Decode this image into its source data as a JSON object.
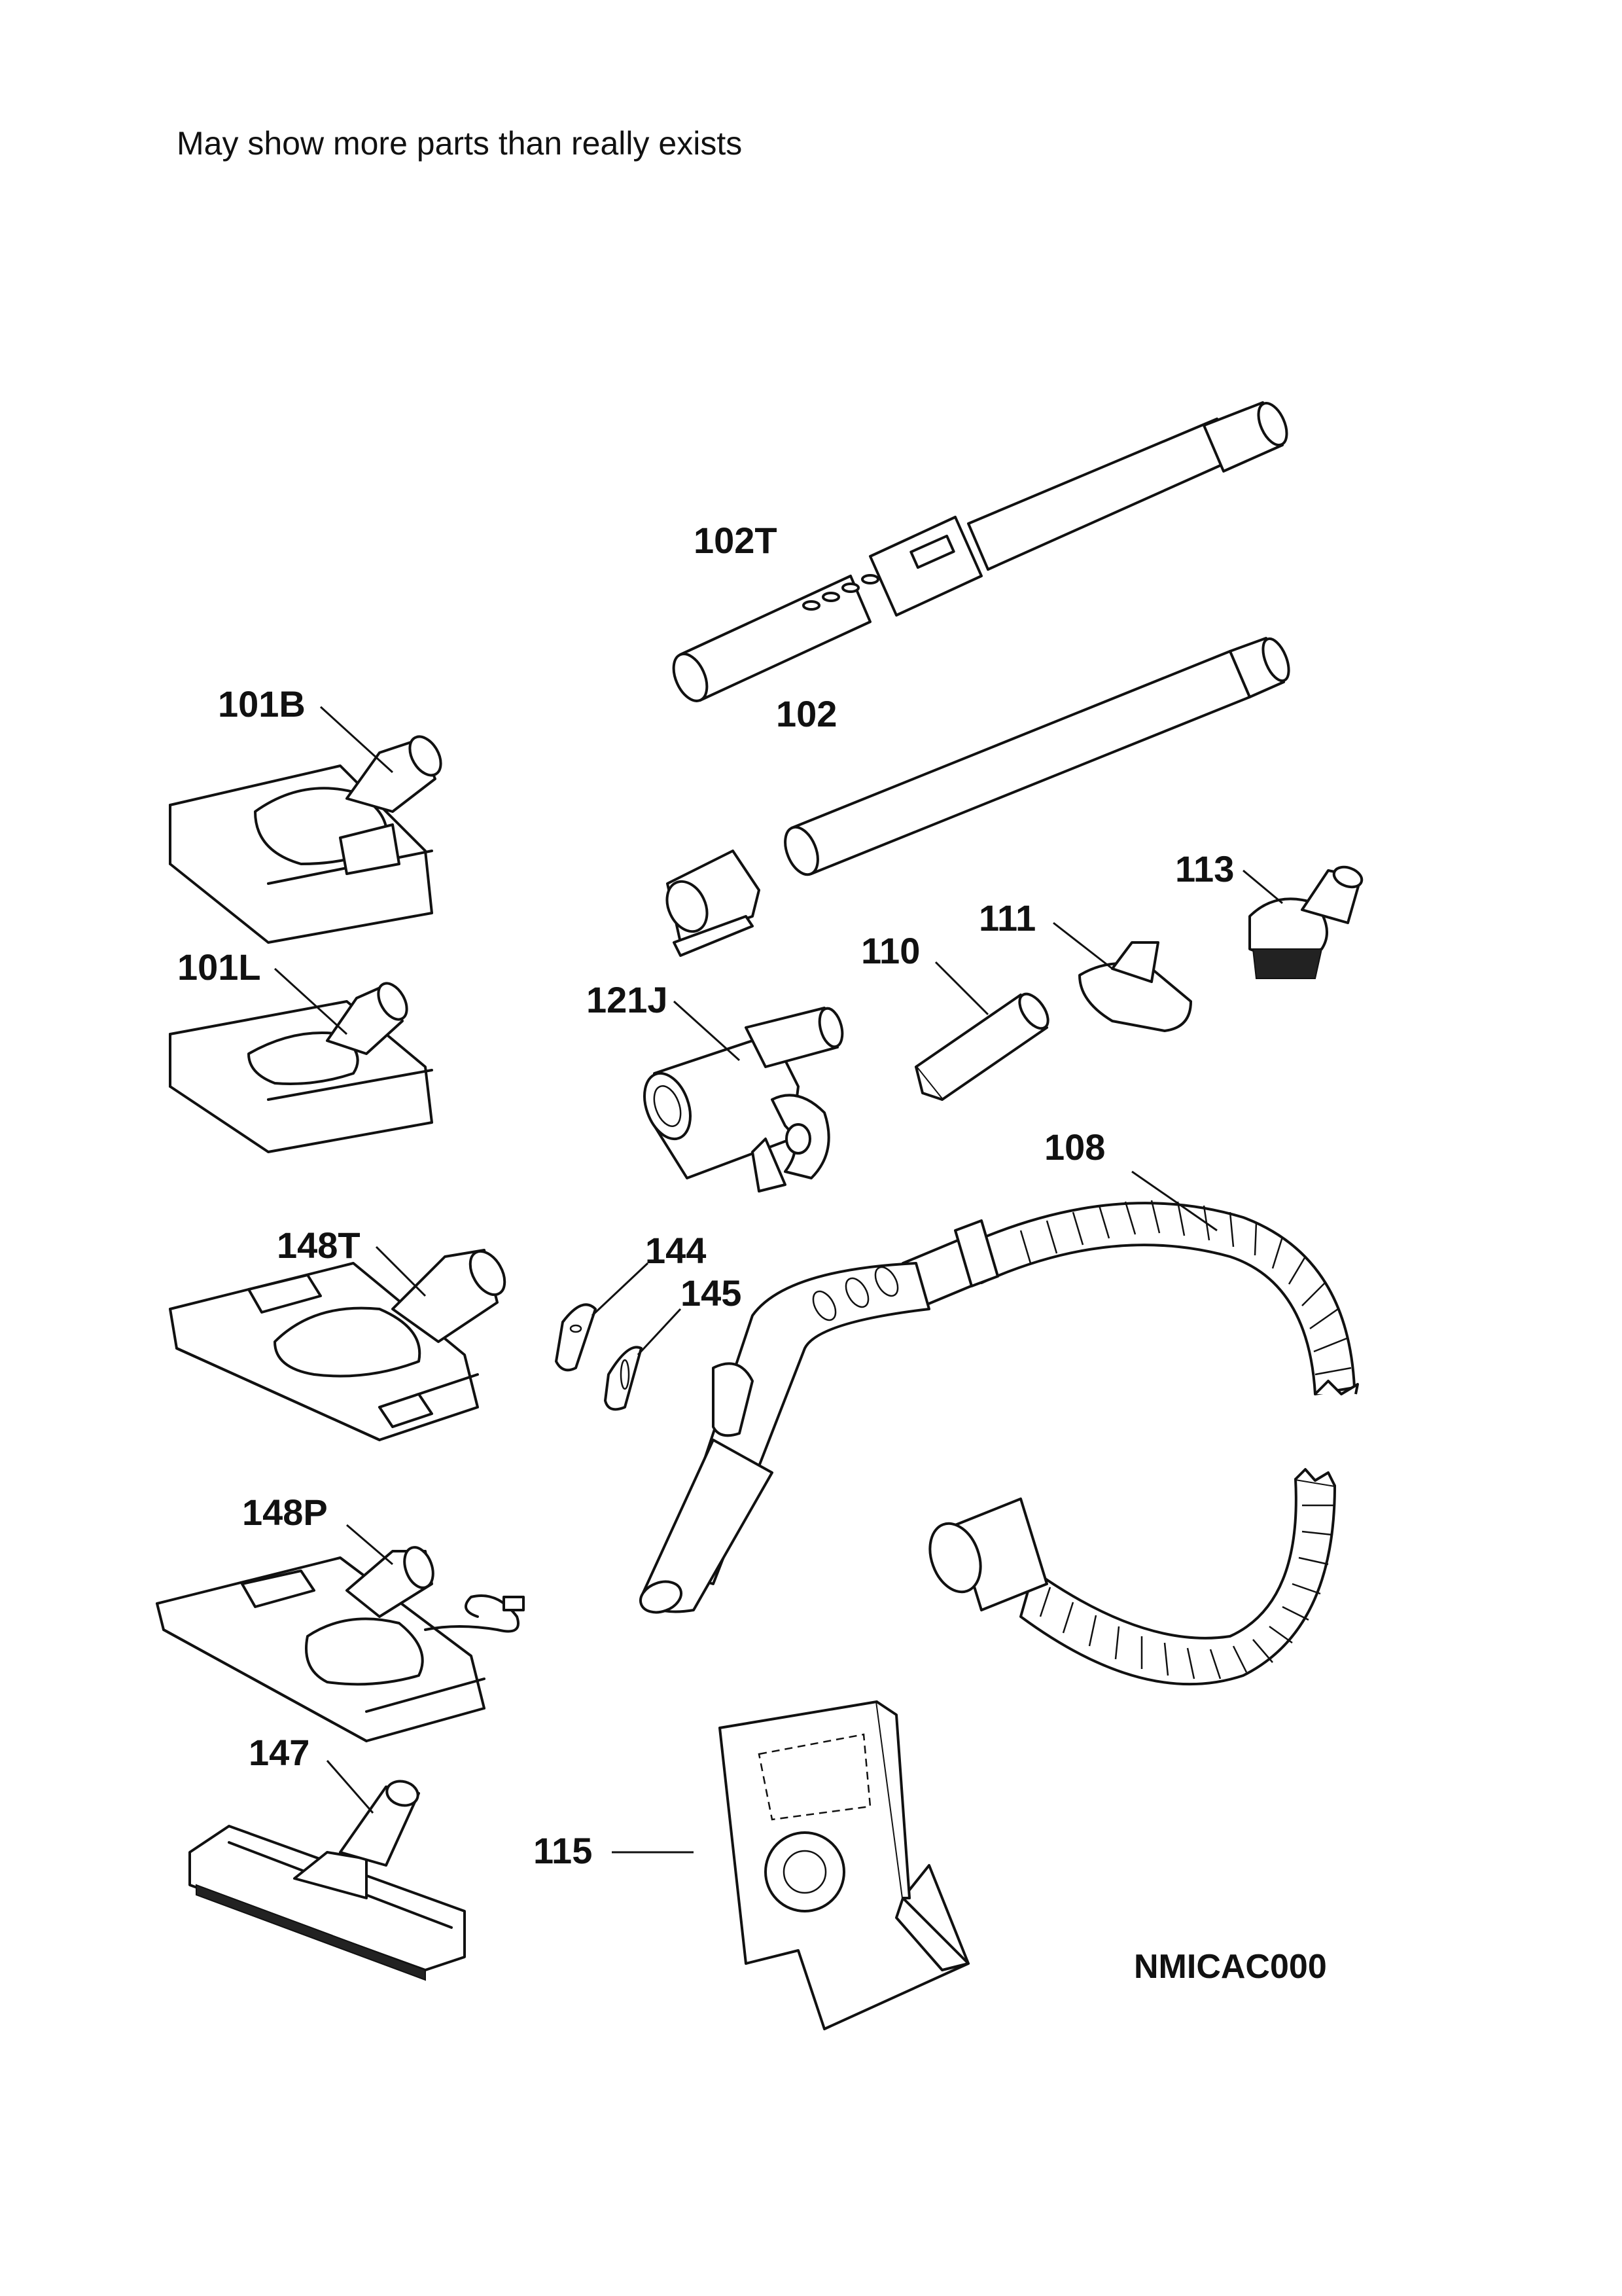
{
  "note": "May show more parts than really exists",
  "diagram_code": "NMICAC000",
  "parts": {
    "p102T": "102T",
    "p101B": "101B",
    "p102": "102",
    "p113": "113",
    "p111": "111",
    "p110": "110",
    "p101L": "101L",
    "p121J": "121J",
    "p108": "108",
    "p148T": "148T",
    "p144": "144",
    "p145": "145",
    "p148P": "148P",
    "p147": "147",
    "p115": "115"
  }
}
